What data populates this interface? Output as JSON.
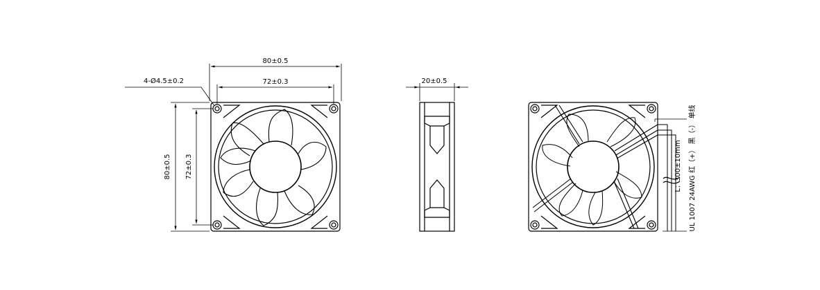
{
  "front_view": {
    "overall_width": "80±0.5",
    "hole_pitch_width": "72±0.3",
    "overall_height": "80±0.5",
    "hole_pitch_height": "72±0.3",
    "mounting_holes": "4-Ø4.5±0.2"
  },
  "side_view": {
    "thickness": "20±0.5"
  },
  "rear_view": {
    "lead_length": "L：300±10mm",
    "wire_spec": "UL 1007 24AWG 红（+） 黑（-） 单线"
  },
  "colors": {
    "line": "#000000",
    "background": "#ffffff"
  }
}
